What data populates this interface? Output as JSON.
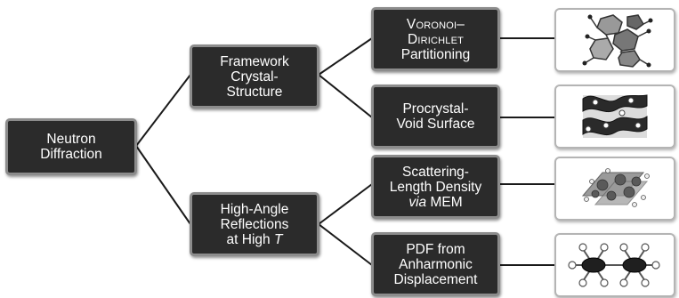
{
  "root": {
    "line1": "Neutron",
    "line2": "Diffraction"
  },
  "branch_top": {
    "line1": "Framework",
    "line2": "Crystal-",
    "line3": "Structure"
  },
  "branch_bottom": {
    "line1": "High-Angle",
    "line2": "Reflections",
    "line3_prefix": "at High ",
    "line3_italic": "T"
  },
  "leaf_voronoi": {
    "line1": "Voronoi–",
    "line2": "Dirichlet",
    "line3": "Partitioning"
  },
  "leaf_procrystal": {
    "line1": "Procrystal-",
    "line2": "Void Surface"
  },
  "leaf_scattering": {
    "line1": "Scattering-",
    "line2": "Length Density",
    "line3_italic": "via",
    "line3_suffix": " MEM"
  },
  "leaf_pdf": {
    "line1": "PDF from",
    "line2": "Anharmonic",
    "line3": "Displacement"
  },
  "colors": {
    "box_fill": "#2b2b2b",
    "box_border": "#8c8c8c",
    "box_text": "#ffffff",
    "connector": "#1a1a1a",
    "thumb_border": "#b4b4b4"
  },
  "thumbnails": [
    "voronoi-structure-image",
    "procrystal-void-image",
    "scattering-density-image",
    "anharmonic-pdf-image"
  ]
}
